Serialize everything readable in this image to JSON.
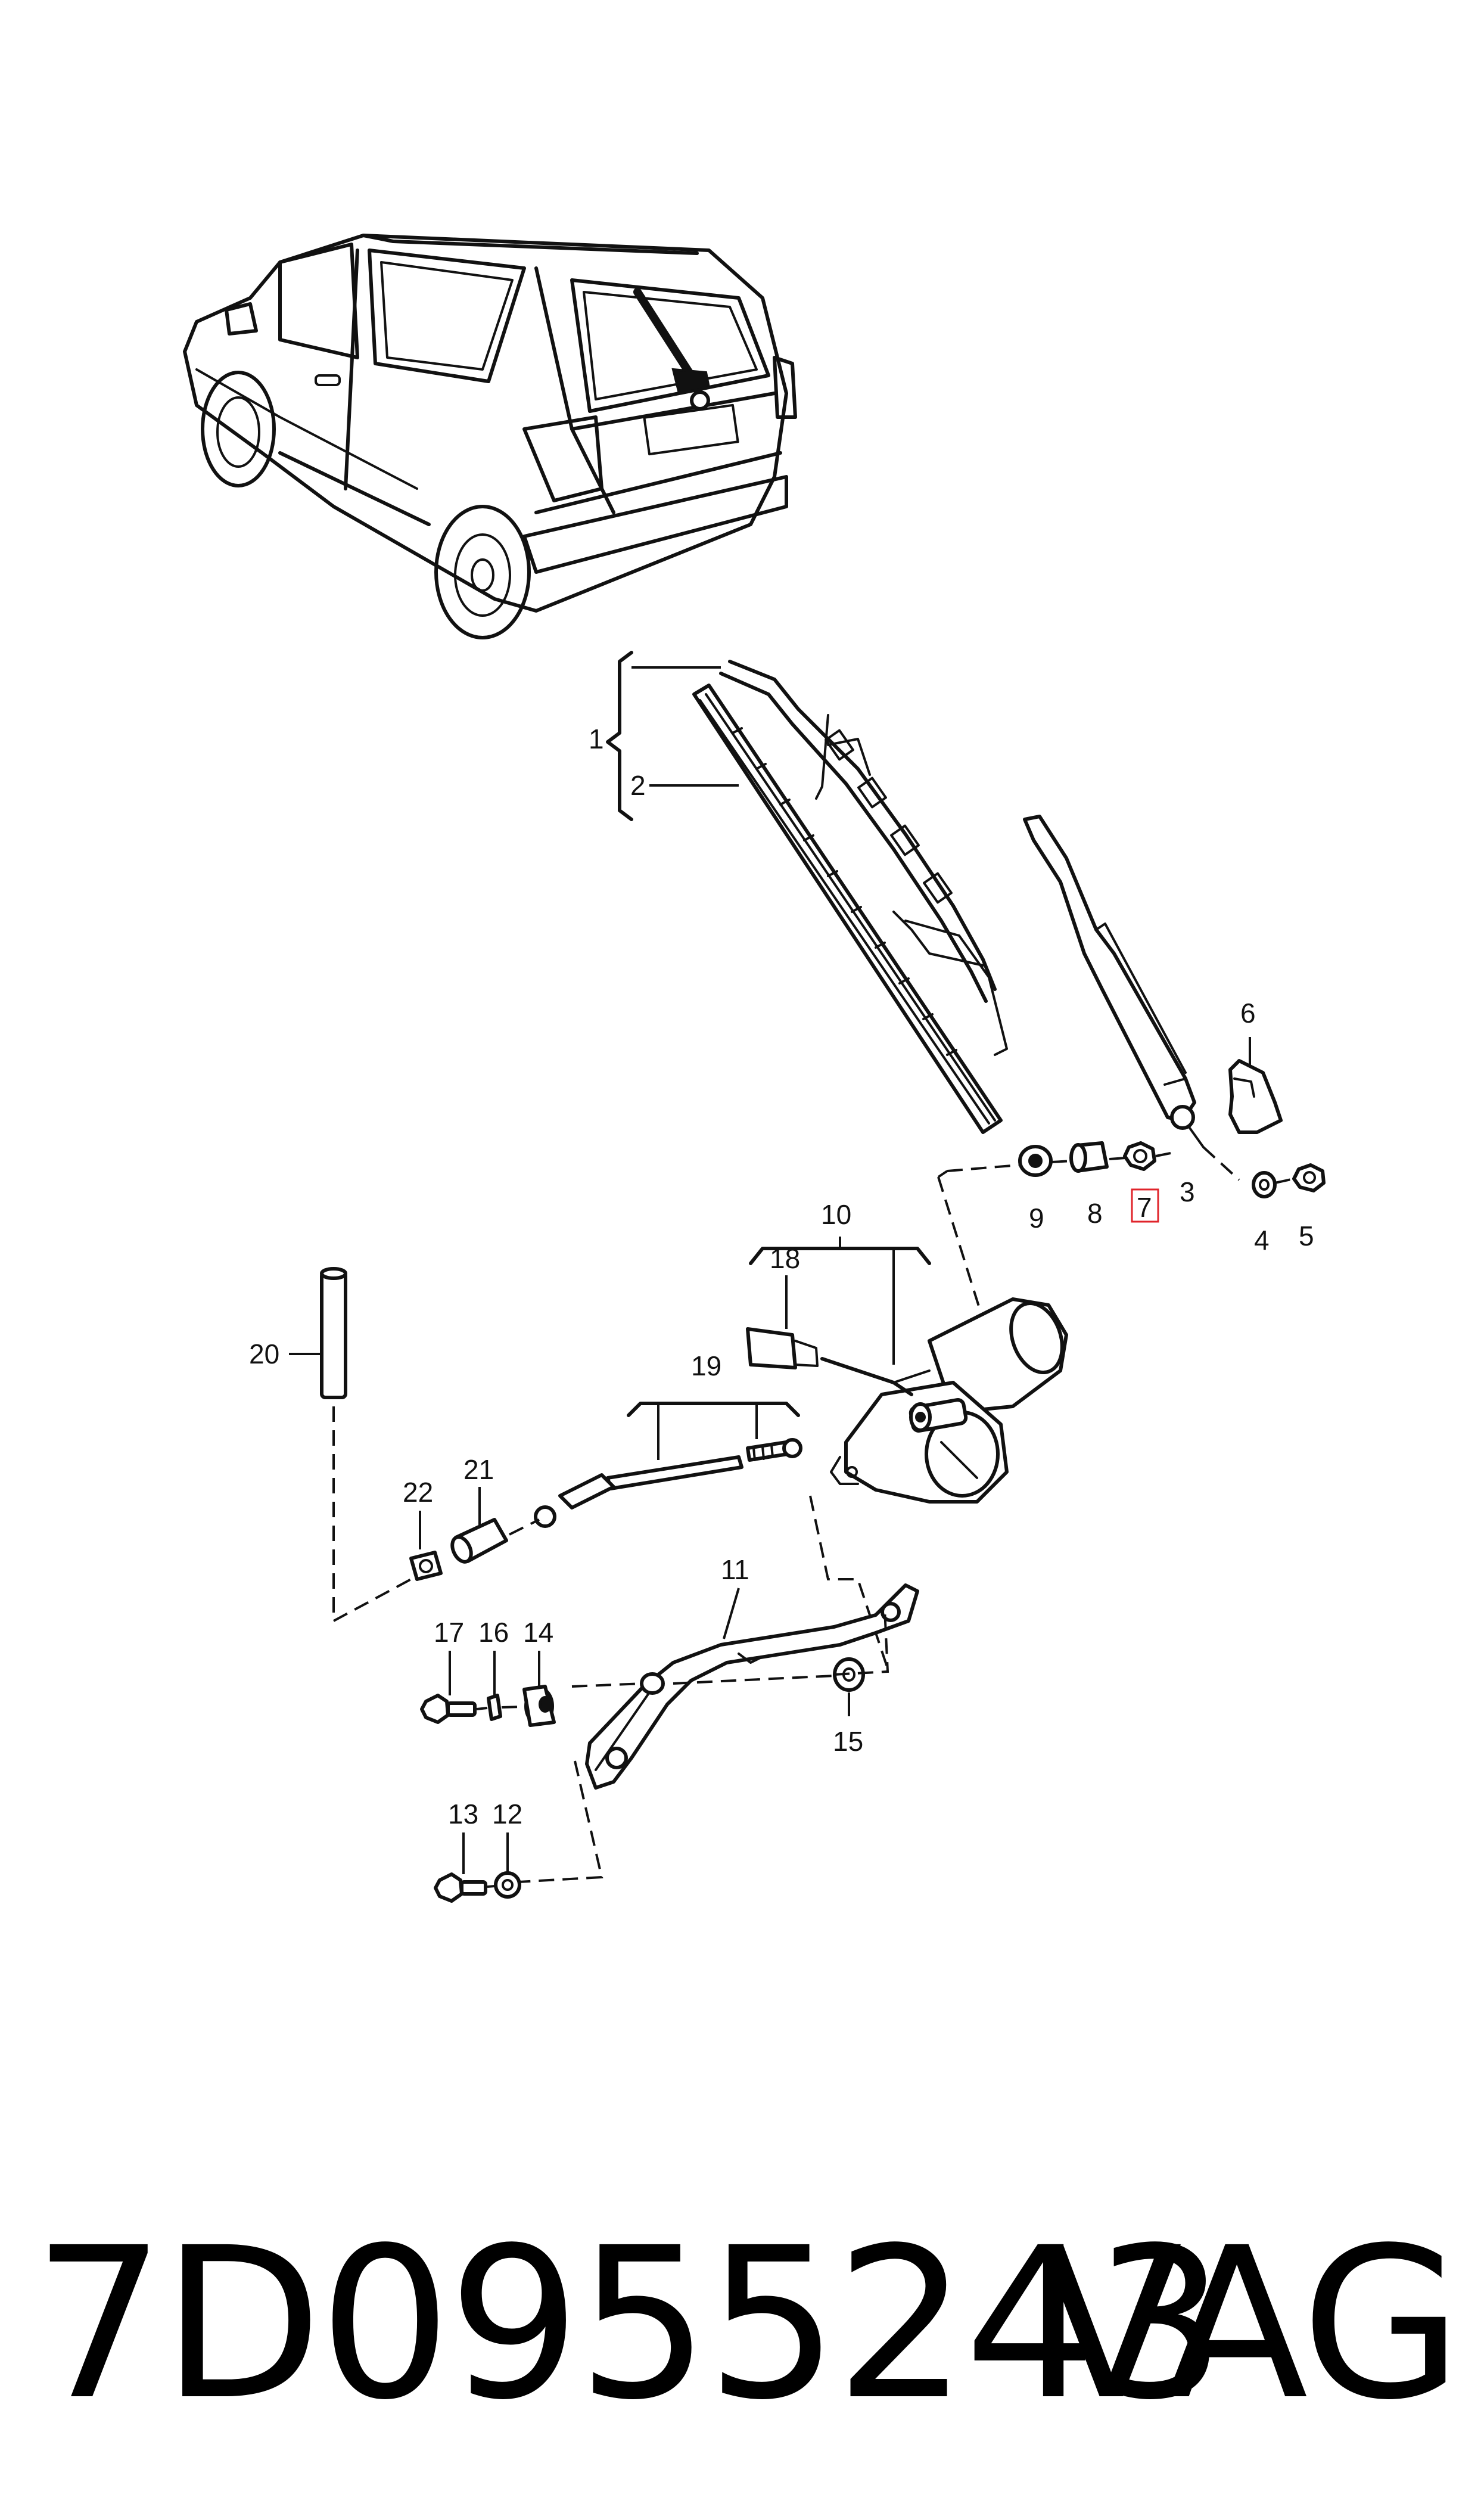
{
  "callouts": {
    "c1": "1",
    "c2": "2",
    "c3": "3",
    "c4": "4",
    "c5": "5",
    "c6": "6",
    "c7": "7",
    "c8": "8",
    "c9": "9",
    "c10": "10",
    "c11": "11",
    "c12": "12",
    "c13": "13",
    "c14": "14",
    "c15": "15",
    "c16": "16",
    "c17": "17",
    "c18": "18",
    "c19": "19",
    "c20": "20",
    "c21": "21",
    "c22": "22"
  },
  "highlighted_callout": "7",
  "highlight_color": "#e0242b",
  "footer": {
    "part_number": "7D0955243",
    "brand": "VAG"
  }
}
